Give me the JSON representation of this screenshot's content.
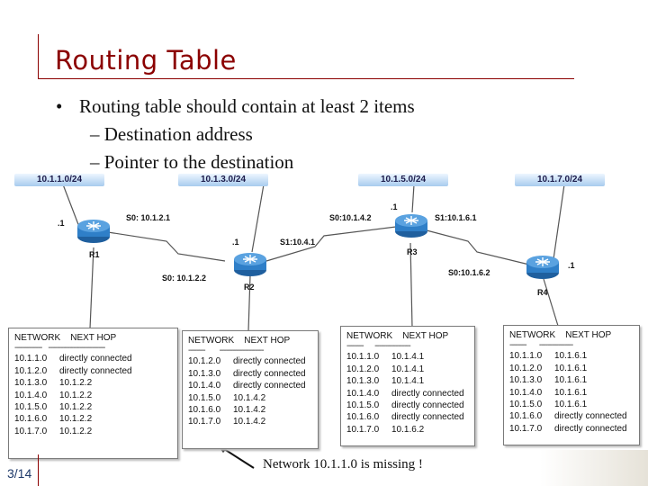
{
  "title": "Routing Table",
  "bullets": {
    "main": "Routing table should contain at least 2 items",
    "sub": [
      "–  Destination address",
      "–  Pointer to the destination"
    ]
  },
  "networks": [
    "10.1.1.0/24",
    "10.1.3.0/24",
    "10.1.5.0/24",
    "10.1.7.0/24"
  ],
  "routers": [
    "R1",
    "R2",
    "R3",
    "R4"
  ],
  "interfaces": {
    "r1_left": ".1",
    "r1_s0": "S0: 10.1.2.1",
    "r2_top": ".1",
    "r2_s1": "S1:10.4.1",
    "r2_s0": "S0: 10.1.2.2",
    "r3_top": ".1",
    "r3_s0": "S0:10.1.4.2",
    "r3_s1": "S1:10.1.6.1",
    "r4_s0": "S0:10.1.6.2",
    "r4_right": ".1"
  },
  "tables": [
    {
      "header": "NETWORK    NEXT HOP",
      "dash": "-------------    ---------------------------",
      "rows": [
        [
          "10.1.1.0",
          "directly connected"
        ],
        [
          "10.1.2.0",
          "directly connected"
        ],
        [
          "10.1.3.0",
          "10.1.2.2"
        ],
        [
          "10.1.4.0",
          "10.1.2.2"
        ],
        [
          "10.1.5.0",
          "10.1.2.2"
        ],
        [
          "10.1.6.0",
          "10.1.2.2"
        ],
        [
          "10.1.7.0",
          "10.1.2.2"
        ]
      ]
    },
    {
      "header": "NETWORK    NEXT HOP",
      "dash": "--------         ---------------------",
      "rows": [
        [
          "10.1.2.0",
          "directly connected"
        ],
        [
          "10.1.3.0",
          "directly connected"
        ],
        [
          "10.1.4.0",
          "directly connected"
        ],
        [
          "10.1.5.0",
          "10.1.4.2"
        ],
        [
          "10.1.6.0",
          "10.1.4.2"
        ],
        [
          "10.1.7.0",
          "10.1.4.2"
        ]
      ]
    },
    {
      "header": "NETWORK    NEXT HOP",
      "dash": "--------       -----------------",
      "rows": [
        [
          "10.1.1.0",
          "10.1.4.1"
        ],
        [
          "10.1.2.0",
          "10.1.4.1"
        ],
        [
          "10.1.3.0",
          "10.1.4.1"
        ],
        [
          "10.1.4.0",
          "directly connected"
        ],
        [
          "10.1.5.0",
          "directly connected"
        ],
        [
          "10.1.6.0",
          "directly connected"
        ],
        [
          "10.1.7.0",
          "10.1.6.2"
        ]
      ]
    },
    {
      "header": "NETWORK    NEXT HOP",
      "dash": "--------        ----------------",
      "rows": [
        [
          "10.1.1.0",
          "10.1.6.1"
        ],
        [
          "10.1.2.0",
          "10.1.6.1"
        ],
        [
          "10.1.3.0",
          "10.1.6.1"
        ],
        [
          "10.1.4.0",
          "10.1.6.1"
        ],
        [
          "10.1.5.0",
          "10.1.6.1"
        ],
        [
          "10.1.6.0",
          "directly connected"
        ],
        [
          "10.1.7.0",
          "directly connected"
        ]
      ]
    }
  ],
  "note": "Network 10.1.1.0 is missing !",
  "page_number": "3/14",
  "colors": {
    "title": "#8b0000",
    "router": "#2f7fc8",
    "network_bar": "#a8cbee",
    "page_number": "#1f3a6a"
  }
}
